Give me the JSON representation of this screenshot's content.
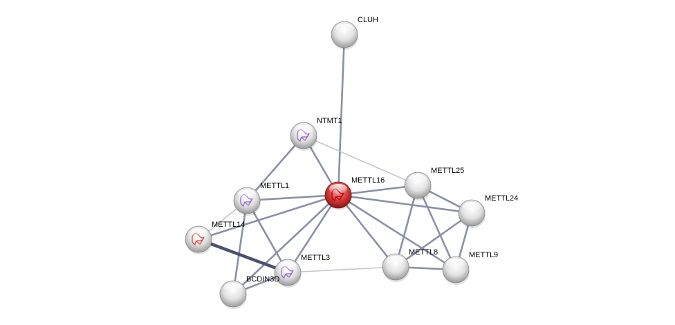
{
  "network": {
    "colors": {
      "edge": "#8a8fa8",
      "edge_light": "#c4c6d2",
      "edge_strong": "#4a5070",
      "query_node": "#d42a2a",
      "node": "#e6e6e6"
    },
    "nodes": [
      {
        "id": "CLUH",
        "label": "CLUH",
        "query": false
      },
      {
        "id": "NTMT1",
        "label": "NTMT1",
        "query": false,
        "structure": "purple"
      },
      {
        "id": "METTL16",
        "label": "METTL16",
        "query": true,
        "structure": "red"
      },
      {
        "id": "METTL25",
        "label": "METTL25",
        "query": false
      },
      {
        "id": "METTL24",
        "label": "METTL24",
        "query": false
      },
      {
        "id": "METTL1",
        "label": "METTL1",
        "query": false,
        "structure": "purple"
      },
      {
        "id": "METTL14",
        "label": "METTL14",
        "query": false,
        "structure": "red"
      },
      {
        "id": "METTL3",
        "label": "METTL3",
        "query": false,
        "structure": "purple"
      },
      {
        "id": "BCDIN3D",
        "label": "BCDIN3D",
        "query": false
      },
      {
        "id": "METTL8",
        "label": "METTL8",
        "query": false
      },
      {
        "id": "METTL9",
        "label": "METTL9",
        "query": false
      }
    ],
    "edges": [
      {
        "source": "CLUH",
        "target": "METTL16",
        "strength": "medium"
      },
      {
        "source": "NTMT1",
        "target": "METTL16",
        "strength": "medium"
      },
      {
        "source": "NTMT1",
        "target": "METTL1",
        "strength": "medium"
      },
      {
        "source": "NTMT1",
        "target": "METTL25",
        "strength": "weak"
      },
      {
        "source": "METTL16",
        "target": "METTL1",
        "strength": "medium"
      },
      {
        "source": "METTL16",
        "target": "METTL14",
        "strength": "medium"
      },
      {
        "source": "METTL16",
        "target": "METTL3",
        "strength": "medium"
      },
      {
        "source": "METTL16",
        "target": "BCDIN3D",
        "strength": "medium"
      },
      {
        "source": "METTL16",
        "target": "METTL25",
        "strength": "medium"
      },
      {
        "source": "METTL16",
        "target": "METTL24",
        "strength": "medium"
      },
      {
        "source": "METTL16",
        "target": "METTL8",
        "strength": "medium"
      },
      {
        "source": "METTL16",
        "target": "METTL9",
        "strength": "medium"
      },
      {
        "source": "METTL1",
        "target": "METTL14",
        "strength": "weak"
      },
      {
        "source": "METTL1",
        "target": "METTL3",
        "strength": "medium"
      },
      {
        "source": "METTL1",
        "target": "BCDIN3D",
        "strength": "medium"
      },
      {
        "source": "METTL14",
        "target": "METTL3",
        "strength": "strong"
      },
      {
        "source": "METTL3",
        "target": "BCDIN3D",
        "strength": "medium"
      },
      {
        "source": "METTL3",
        "target": "METTL8",
        "strength": "weak"
      },
      {
        "source": "METTL25",
        "target": "METTL24",
        "strength": "medium"
      },
      {
        "source": "METTL25",
        "target": "METTL8",
        "strength": "medium"
      },
      {
        "source": "METTL25",
        "target": "METTL9",
        "strength": "medium"
      },
      {
        "source": "METTL24",
        "target": "METTL8",
        "strength": "medium"
      },
      {
        "source": "METTL24",
        "target": "METTL9",
        "strength": "medium"
      },
      {
        "source": "METTL8",
        "target": "METTL9",
        "strength": "medium"
      }
    ]
  }
}
